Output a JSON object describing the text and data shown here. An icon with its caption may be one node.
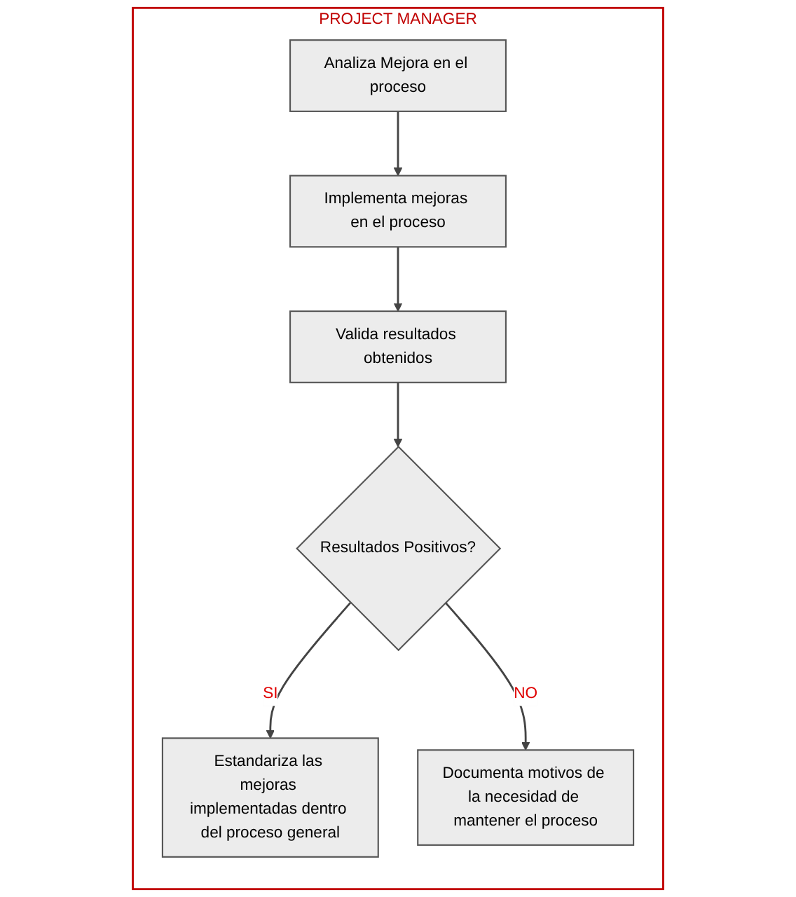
{
  "diagram": {
    "nodes": [
      {
        "text": [
          "PROJECT MANAGER"
        ]
      },
      {
        "text": [
          "Analiza Mejora en el proceso"
        ],
        "in": 0
      },
      {
        "text": [
          "Implementa mejoras en el proceso"
        ],
        "in": 0
      },
      {
        "text": [
          "Valida resultados obtenidos"
        ],
        "in": 0
      },
      {
        "text": [
          "Resultados Positivos?"
        ],
        "in": 0
      },
      {
        "text": [
          "Estandariza las mejoras implementadas dentro del proceso general"
        ],
        "in": 0
      },
      {
        "text": [
          "Documenta motivos de la necesidad de mantener el proceso"
        ],
        "in": 0
      }
    ],
    "edges": [
      {
        "from": 1,
        "to": 2,
        "arrow": "to"
      },
      {
        "from": 2,
        "to": 3,
        "arrow": "to"
      },
      {
        "from": 3,
        "to": 4,
        "arrow": "to"
      },
      {
        "from": 4,
        "to": 5,
        "label": "SI",
        "arrow": "to"
      },
      {
        "from": 4,
        "to": 6,
        "label": "NO",
        "arrow": "to"
      }
    ]
  }
}
